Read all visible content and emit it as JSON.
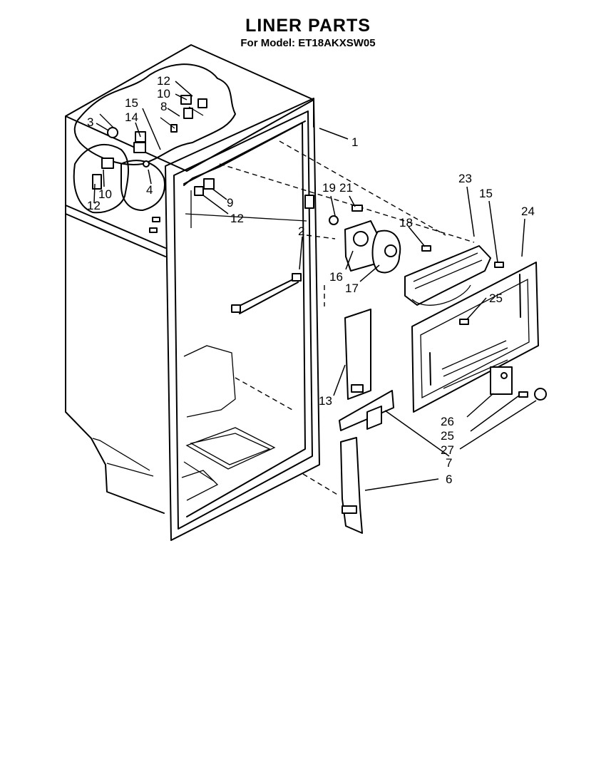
{
  "header": {
    "title": "LINER PARTS",
    "subtitle": "For Model: ET18AKXSW05"
  },
  "callouts": [
    {
      "id": "c1",
      "label": "1"
    },
    {
      "id": "c2",
      "label": "2"
    },
    {
      "id": "c3",
      "label": "3"
    },
    {
      "id": "c4",
      "label": "4"
    },
    {
      "id": "c6",
      "label": "6"
    },
    {
      "id": "c7",
      "label": "7"
    },
    {
      "id": "c8",
      "label": "8"
    },
    {
      "id": "c9",
      "label": "9"
    },
    {
      "id": "c10a",
      "label": "10"
    },
    {
      "id": "c10b",
      "label": "10"
    },
    {
      "id": "c12a",
      "label": "12"
    },
    {
      "id": "c12b",
      "label": "12"
    },
    {
      "id": "c12c",
      "label": "12"
    },
    {
      "id": "c13",
      "label": "13"
    },
    {
      "id": "c14",
      "label": "14"
    },
    {
      "id": "c15a",
      "label": "15"
    },
    {
      "id": "c15b",
      "label": "15"
    },
    {
      "id": "c16",
      "label": "16"
    },
    {
      "id": "c17",
      "label": "17"
    },
    {
      "id": "c18",
      "label": "18"
    },
    {
      "id": "c19",
      "label": "19"
    },
    {
      "id": "c21",
      "label": "21"
    },
    {
      "id": "c23",
      "label": "23"
    },
    {
      "id": "c24",
      "label": "24"
    },
    {
      "id": "c25a",
      "label": "25"
    },
    {
      "id": "c25b",
      "label": "25"
    },
    {
      "id": "c26",
      "label": "26"
    },
    {
      "id": "c27",
      "label": "27"
    }
  ]
}
